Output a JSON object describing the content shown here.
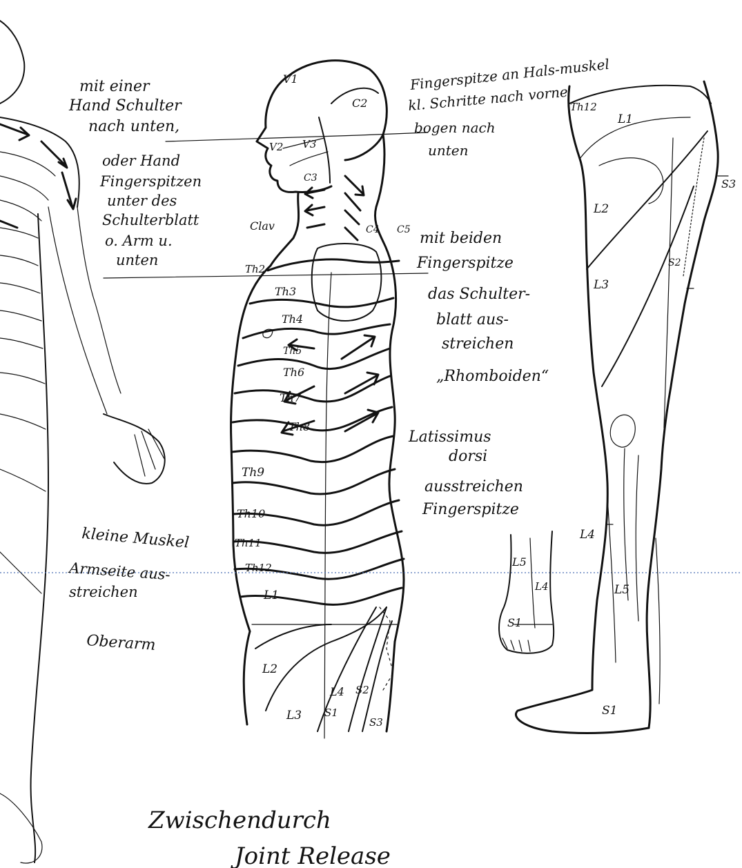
{
  "segment_labels": {
    "head": [
      "V1",
      "C2",
      "V2",
      "V3"
    ],
    "neck": [
      "C3",
      "C4",
      "C5",
      "Clav"
    ],
    "thorax": [
      "Th2",
      "Th3",
      "Th4",
      "Th5",
      "Th6",
      "Th7",
      "Th8",
      "Th9",
      "Th10",
      "Th11",
      "Th12"
    ],
    "lumbar_sacral": [
      "L1",
      "L2",
      "L3",
      "L4",
      "S1",
      "S2",
      "S3"
    ],
    "leg": [
      "Th12",
      "L1",
      "L2",
      "L3",
      "L4",
      "L5",
      "S1",
      "S2",
      "S3"
    ],
    "foot": [
      "L5",
      "L4",
      "S1"
    ]
  },
  "notes": {
    "top_left": [
      "mit einer",
      "Hand Schulter",
      "nach unten,"
    ],
    "left_mid": [
      "oder Hand",
      "Fingerspitzen",
      "unter des",
      "Schulterblatt",
      "o. Arm u.",
      "unten"
    ],
    "top_right": [
      "Fingerspitze an Hals-muskel",
      "kl. Schritte nach vorne",
      "bogen nach",
      "unten"
    ],
    "right_upper": [
      "mit beiden",
      "Fingerspitze",
      "das Schulter-",
      "blatt aus-",
      "streichen",
      "„Rhomboiden“"
    ],
    "right_mid": [
      "Latissimus",
      "dorsi",
      "ausstreichen",
      "Fingerspitze"
    ],
    "left_lower": [
      "kleine Muskel",
      "Armseite aus-",
      "streichen",
      "Oberarm"
    ],
    "bottom": [
      "Zwischendurch",
      "Joint Release"
    ]
  },
  "colors": {
    "ink": "#111111",
    "paper": "#ffffff",
    "guide": "#4a6fb5"
  }
}
